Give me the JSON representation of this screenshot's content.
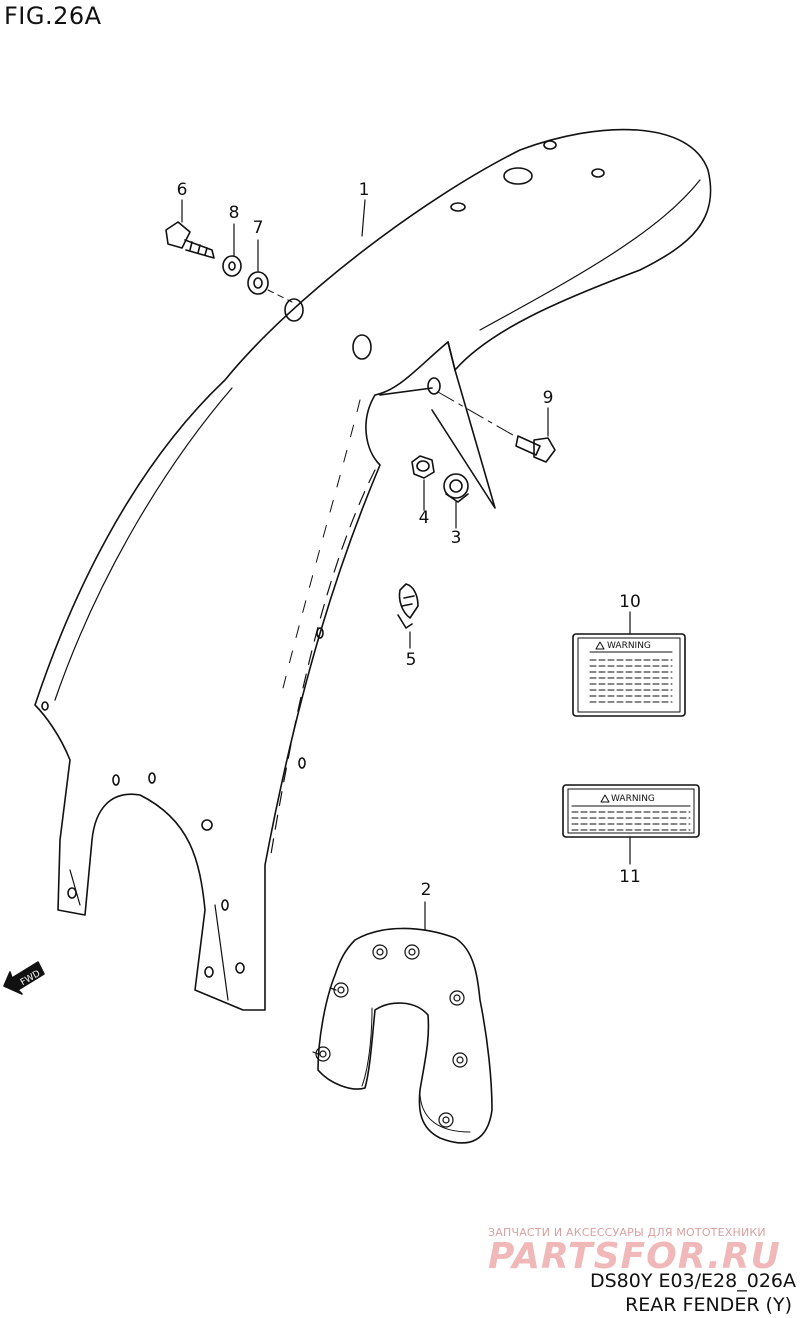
{
  "figure": {
    "title": "FIG.26A"
  },
  "callouts": {
    "p1": "1",
    "p2": "2",
    "p3": "3",
    "p4": "4",
    "p5": "5",
    "p6": "6",
    "p7": "7",
    "p8": "8",
    "p9": "9",
    "p10": "10",
    "p11": "11"
  },
  "labels": {
    "warning_10": "WARNING",
    "warning_11": "WARNING",
    "fwd": "FWD"
  },
  "watermark": {
    "tagline": "ЗАПЧАСТИ И АКСЕССУАРЫ ДЛЯ МОТОТЕХНИКИ",
    "logo": "PARTSFOR.RU"
  },
  "footer": {
    "code": "DS80Y E03/E28_026A",
    "name": "REAR FENDER (Y)"
  },
  "colors": {
    "line": "#111111",
    "watermark": "#f0b8b8"
  }
}
